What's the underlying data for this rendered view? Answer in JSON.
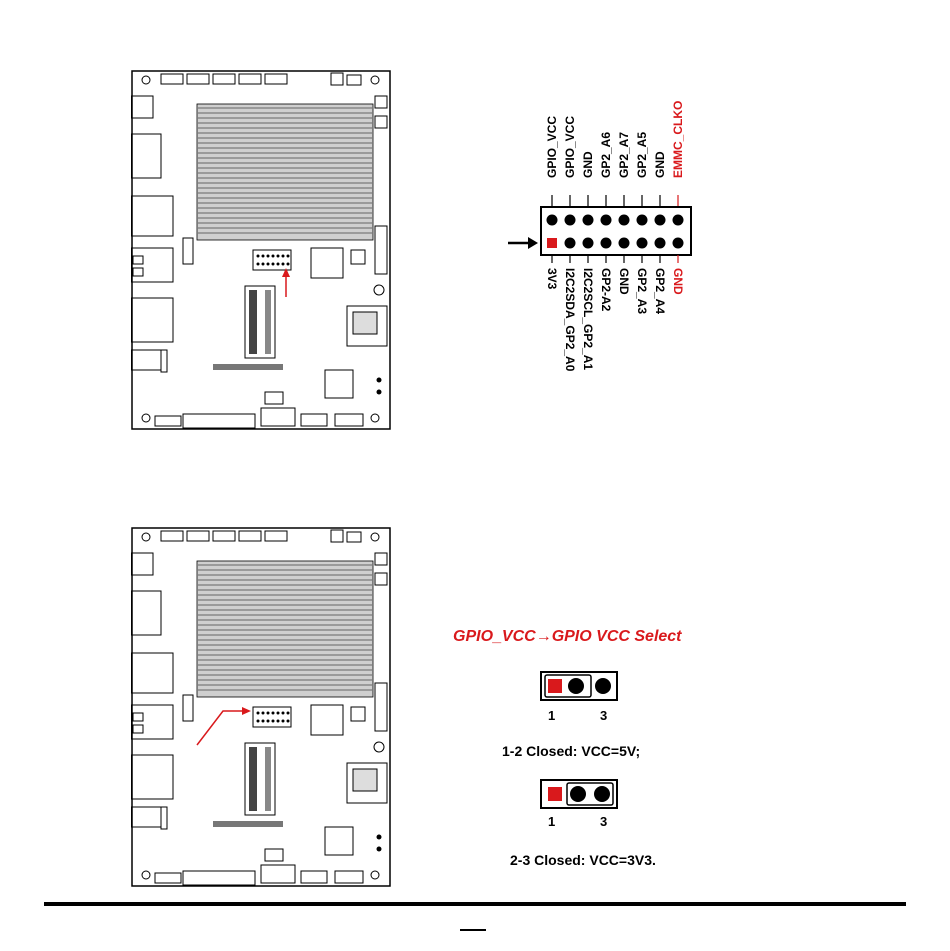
{
  "header_top_labels": [
    {
      "text": "GPIO_VCC",
      "color": "#000000"
    },
    {
      "text": "GPIO_VCC",
      "color": "#000000"
    },
    {
      "text": "GND",
      "color": "#000000"
    },
    {
      "text": "GP2_A6",
      "color": "#000000"
    },
    {
      "text": "GP2_A7",
      "color": "#000000"
    },
    {
      "text": "GP2_A5",
      "color": "#000000"
    },
    {
      "text": "GND",
      "color": "#000000"
    },
    {
      "text": "EMMC_CLKO",
      "color": "#d9191c"
    }
  ],
  "header_bottom_labels": [
    {
      "text": "3V3",
      "color": "#000000"
    },
    {
      "text": "I2C2SDA_GP2_A0",
      "color": "#000000"
    },
    {
      "text": "I2C2SCL_GP2_A1",
      "color": "#000000"
    },
    {
      "text": "GP2-A2",
      "color": "#000000"
    },
    {
      "text": "GND",
      "color": "#000000"
    },
    {
      "text": "GP2_A3",
      "color": "#000000"
    },
    {
      "text": "GP2_A4",
      "color": "#000000"
    },
    {
      "text": "GND",
      "color": "#d9191c"
    }
  ],
  "jumper": {
    "title": "GPIO_VCC→GPIO VCC Select",
    "pin_first": "1",
    "pin_last": "3",
    "option_a": "1-2 Closed: VCC=5V;",
    "option_b": "2-3 Closed: VCC=3V3."
  },
  "colors": {
    "accent": "#d9191c",
    "ink": "#000000"
  }
}
